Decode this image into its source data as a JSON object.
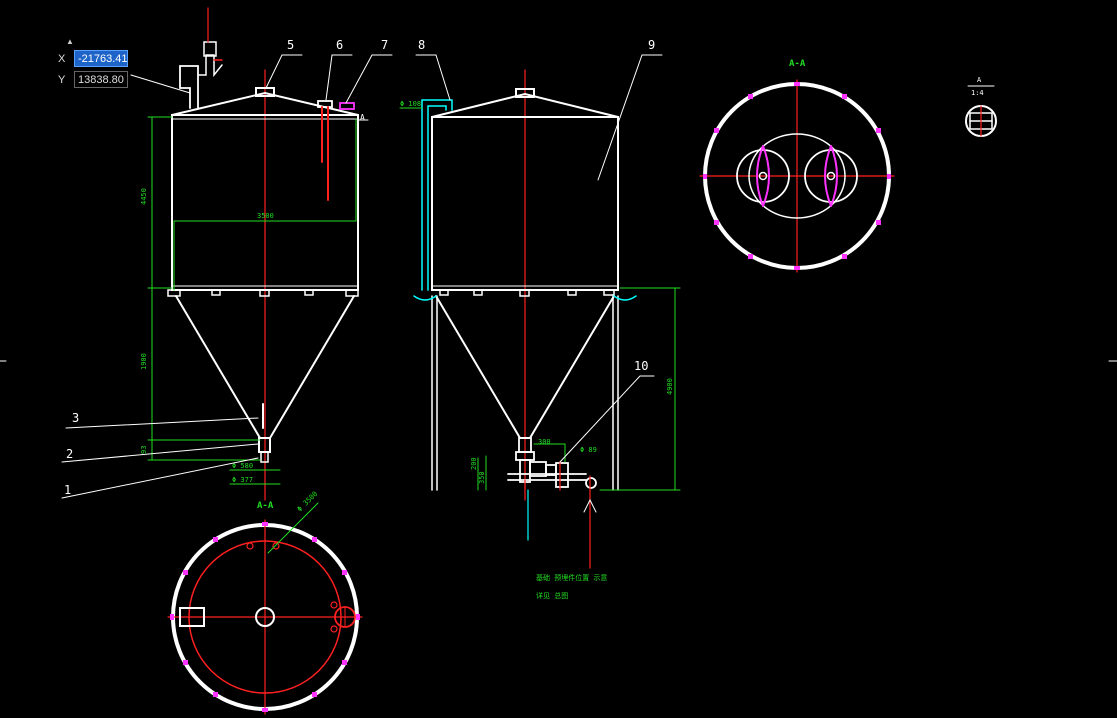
{
  "coords": {
    "x_label": "X",
    "y_label": "Y",
    "x_value": "-21763.41",
    "y_value": "13838.80"
  },
  "balloons": [
    "5",
    "6",
    "7",
    "8",
    "9",
    "3",
    "2",
    "1",
    "10"
  ],
  "section_labels": {
    "aa_top": "A-A",
    "aa_bottom": "A-A",
    "detail_letter": "A",
    "detail_scale": "1:4"
  },
  "colors": {
    "outline": "#ffffff",
    "center": "#ff2020",
    "dimension": "#22dd22",
    "accent": "#00ffff",
    "nozzle": "#ff33ff"
  }
}
